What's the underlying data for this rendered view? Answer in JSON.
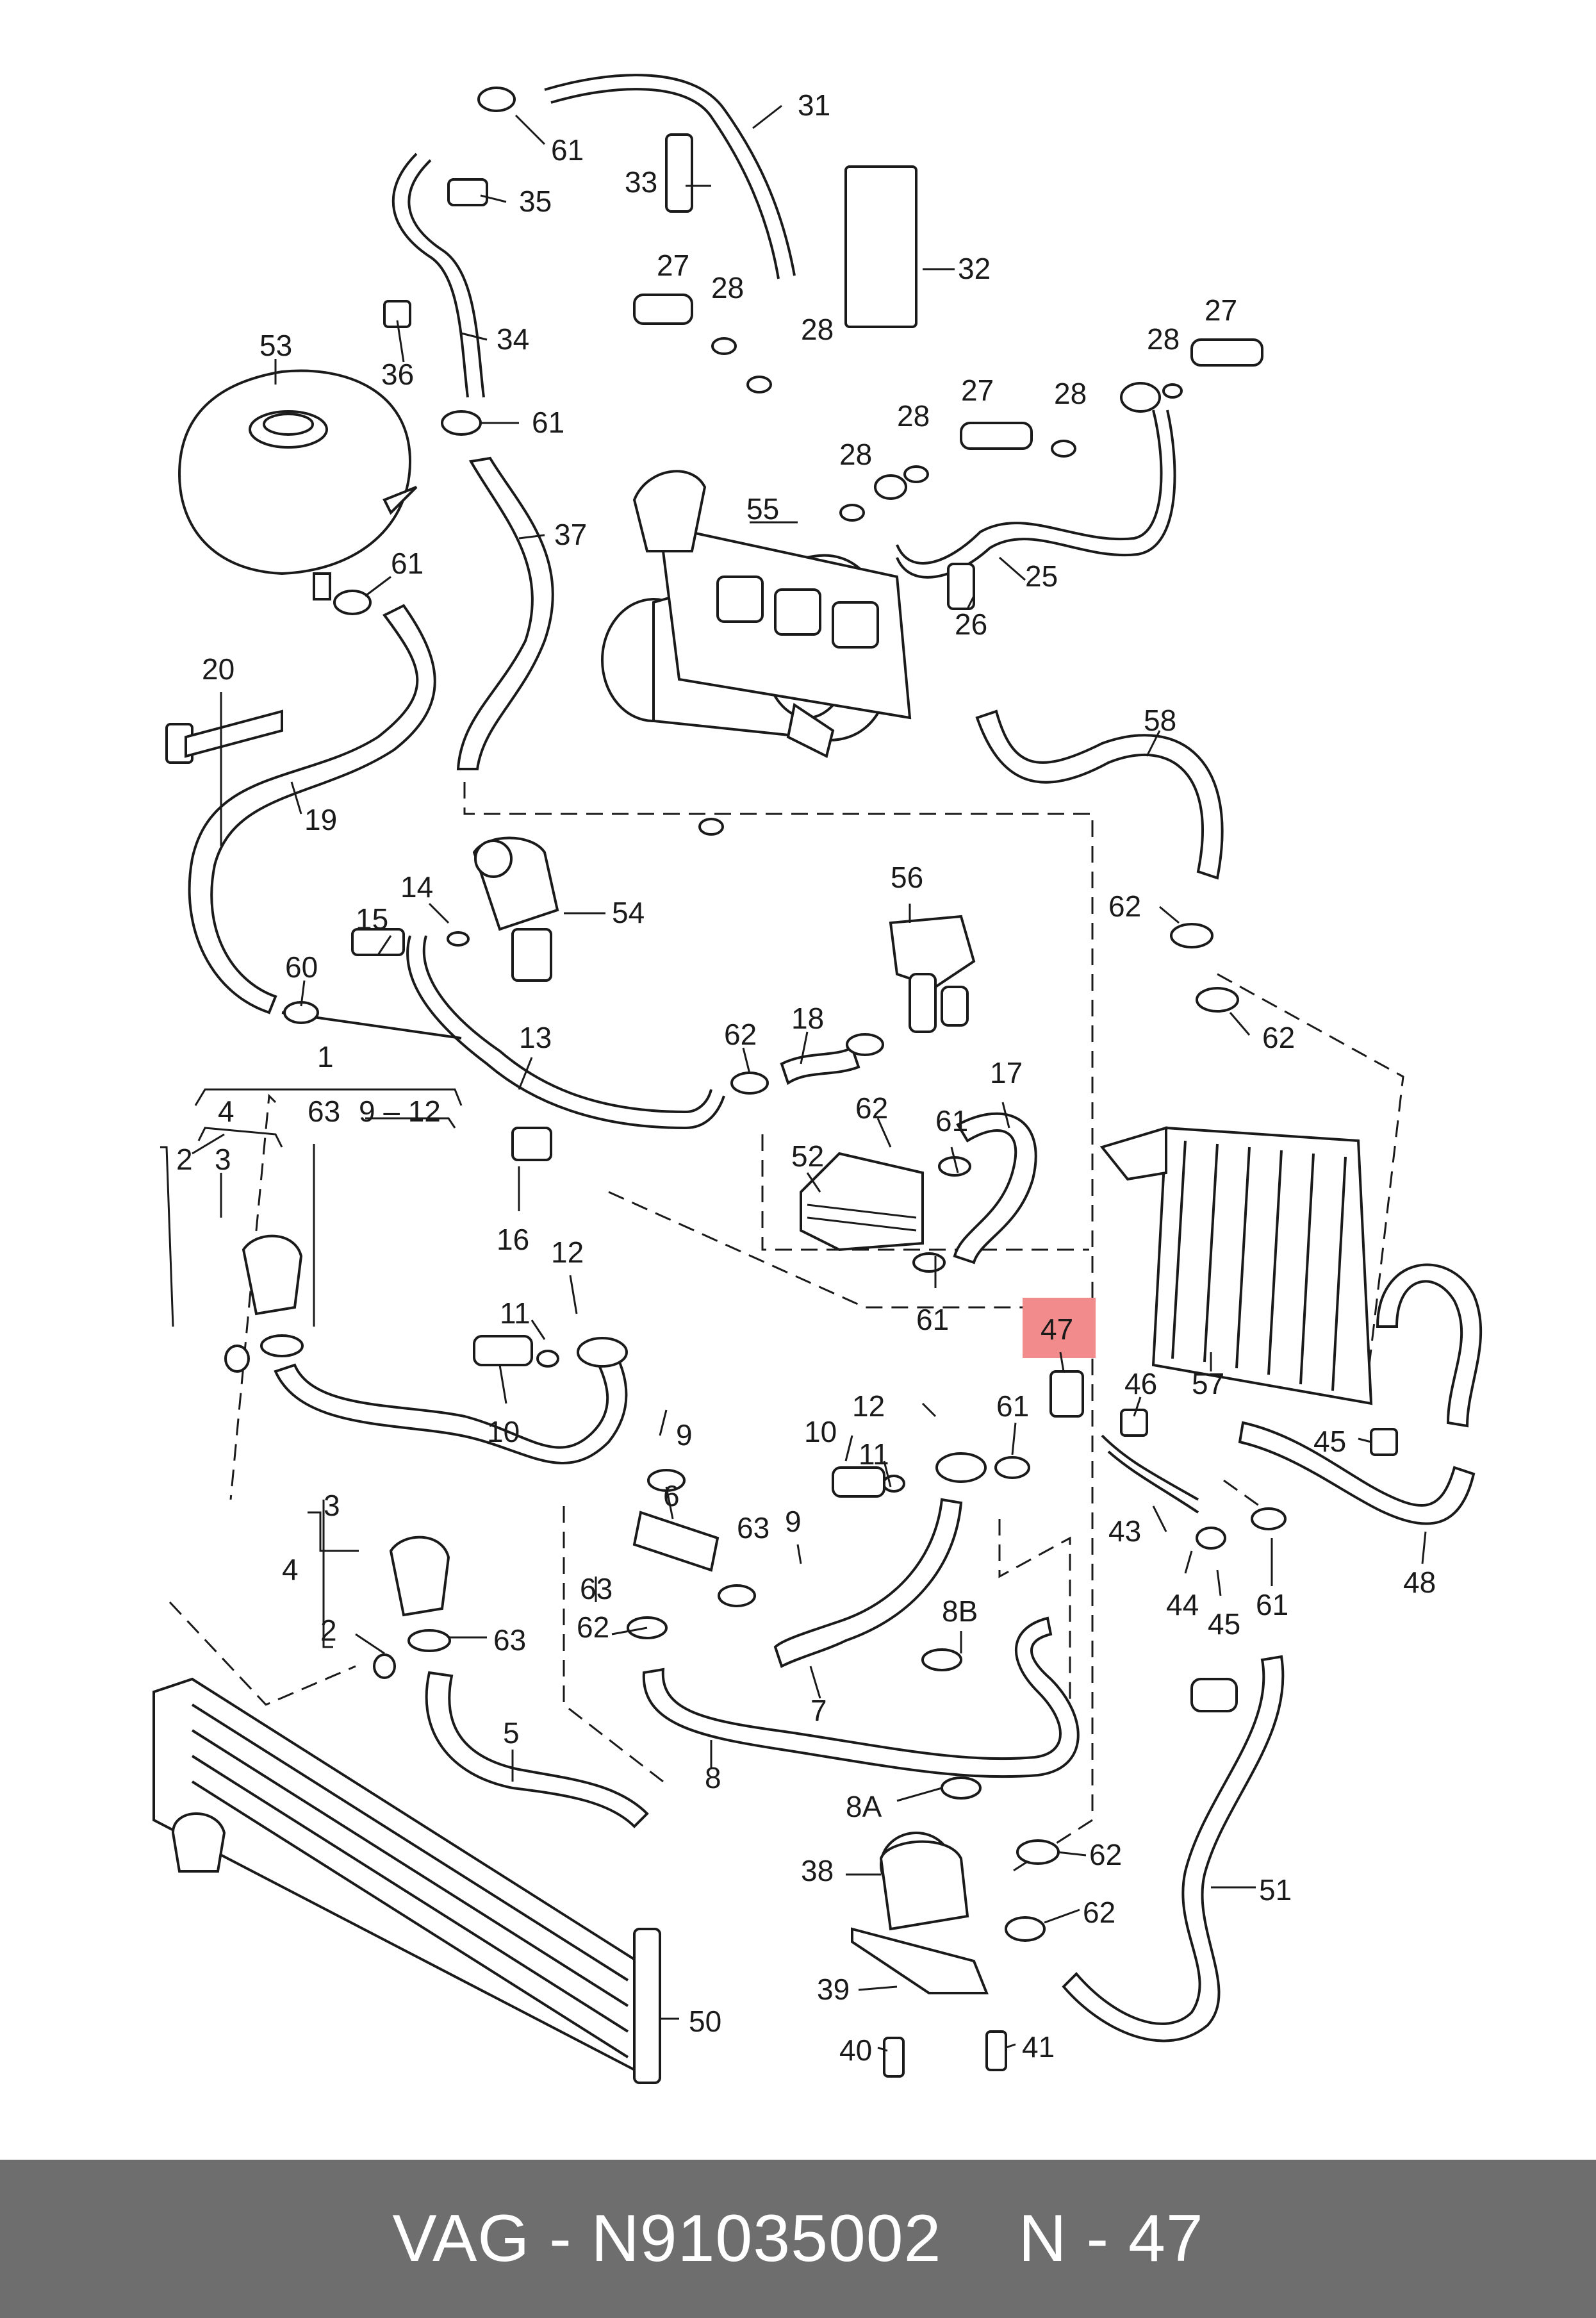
{
  "diagram": {
    "highlight_color": "#f28b8b",
    "callouts": [
      {
        "id": "c31",
        "text": "31"
      },
      {
        "id": "c61a",
        "text": "61"
      },
      {
        "id": "c33",
        "text": "33"
      },
      {
        "id": "c35",
        "text": "35"
      },
      {
        "id": "c32",
        "text": "32"
      },
      {
        "id": "c27a",
        "text": "27"
      },
      {
        "id": "c28a",
        "text": "28"
      },
      {
        "id": "c28b",
        "text": "28"
      },
      {
        "id": "c34",
        "text": "34"
      },
      {
        "id": "c36",
        "text": "36"
      },
      {
        "id": "c53",
        "text": "53"
      },
      {
        "id": "c61b",
        "text": "61"
      },
      {
        "id": "c28c",
        "text": "28"
      },
      {
        "id": "c27b",
        "text": "27"
      },
      {
        "id": "c28d",
        "text": "28"
      },
      {
        "id": "c27c",
        "text": "27"
      },
      {
        "id": "c28e",
        "text": "28"
      },
      {
        "id": "c28f",
        "text": "28"
      },
      {
        "id": "c37",
        "text": "37"
      },
      {
        "id": "c55",
        "text": "55"
      },
      {
        "id": "c25",
        "text": "25"
      },
      {
        "id": "c26",
        "text": "26"
      },
      {
        "id": "c61c",
        "text": "61"
      },
      {
        "id": "c20",
        "text": "20"
      },
      {
        "id": "c19",
        "text": "19"
      },
      {
        "id": "c58",
        "text": "58"
      },
      {
        "id": "c14",
        "text": "14"
      },
      {
        "id": "c15",
        "text": "15"
      },
      {
        "id": "c54",
        "text": "54"
      },
      {
        "id": "c56",
        "text": "56"
      },
      {
        "id": "c62a",
        "text": "62"
      },
      {
        "id": "c60",
        "text": "60"
      },
      {
        "id": "c62b",
        "text": "62"
      },
      {
        "id": "c18",
        "text": "18"
      },
      {
        "id": "c1",
        "text": "1"
      },
      {
        "id": "c13",
        "text": "13"
      },
      {
        "id": "c4a",
        "text": "4"
      },
      {
        "id": "c63a",
        "text": "63"
      },
      {
        "id": "c912",
        "text": "9 – 12"
      },
      {
        "id": "c62c",
        "text": "62"
      },
      {
        "id": "c62d",
        "text": "62"
      },
      {
        "id": "c17",
        "text": "17"
      },
      {
        "id": "c61d",
        "text": "61"
      },
      {
        "id": "c2a",
        "text": "2"
      },
      {
        "id": "c3a",
        "text": "3"
      },
      {
        "id": "c52",
        "text": "52"
      },
      {
        "id": "c16",
        "text": "16"
      },
      {
        "id": "c12a",
        "text": "12"
      },
      {
        "id": "c61e",
        "text": "61"
      },
      {
        "id": "c11a",
        "text": "11"
      },
      {
        "id": "c47",
        "text": "47"
      },
      {
        "id": "c46",
        "text": "46"
      },
      {
        "id": "c57",
        "text": "57"
      },
      {
        "id": "c61f",
        "text": "61"
      },
      {
        "id": "c10a",
        "text": "10"
      },
      {
        "id": "c9a",
        "text": "9"
      },
      {
        "id": "c12b",
        "text": "12"
      },
      {
        "id": "c10b",
        "text": "10"
      },
      {
        "id": "c11b",
        "text": "11"
      },
      {
        "id": "c45a",
        "text": "45"
      },
      {
        "id": "c3b",
        "text": "3"
      },
      {
        "id": "c6",
        "text": "6"
      },
      {
        "id": "c9b",
        "text": "9"
      },
      {
        "id": "c63b",
        "text": "63"
      },
      {
        "id": "c43",
        "text": "43"
      },
      {
        "id": "c4b",
        "text": "4"
      },
      {
        "id": "c63c",
        "text": "63"
      },
      {
        "id": "c8b",
        "text": "8B"
      },
      {
        "id": "c44",
        "text": "44"
      },
      {
        "id": "c45b",
        "text": "45"
      },
      {
        "id": "c61g",
        "text": "61"
      },
      {
        "id": "c48",
        "text": "48"
      },
      {
        "id": "c2b",
        "text": "2"
      },
      {
        "id": "c62e",
        "text": "62"
      },
      {
        "id": "c63d",
        "text": "63"
      },
      {
        "id": "c7",
        "text": "7"
      },
      {
        "id": "c5",
        "text": "5"
      },
      {
        "id": "c8",
        "text": "8"
      },
      {
        "id": "c8a",
        "text": "8A"
      },
      {
        "id": "c38",
        "text": "38"
      },
      {
        "id": "c62f",
        "text": "62"
      },
      {
        "id": "c51",
        "text": "51"
      },
      {
        "id": "c62g",
        "text": "62"
      },
      {
        "id": "c39",
        "text": "39"
      },
      {
        "id": "c50",
        "text": "50"
      },
      {
        "id": "c40",
        "text": "40"
      },
      {
        "id": "c41",
        "text": "41"
      }
    ]
  },
  "footer": {
    "brand_part": "VAG - N91035002",
    "position": "N - 47"
  }
}
